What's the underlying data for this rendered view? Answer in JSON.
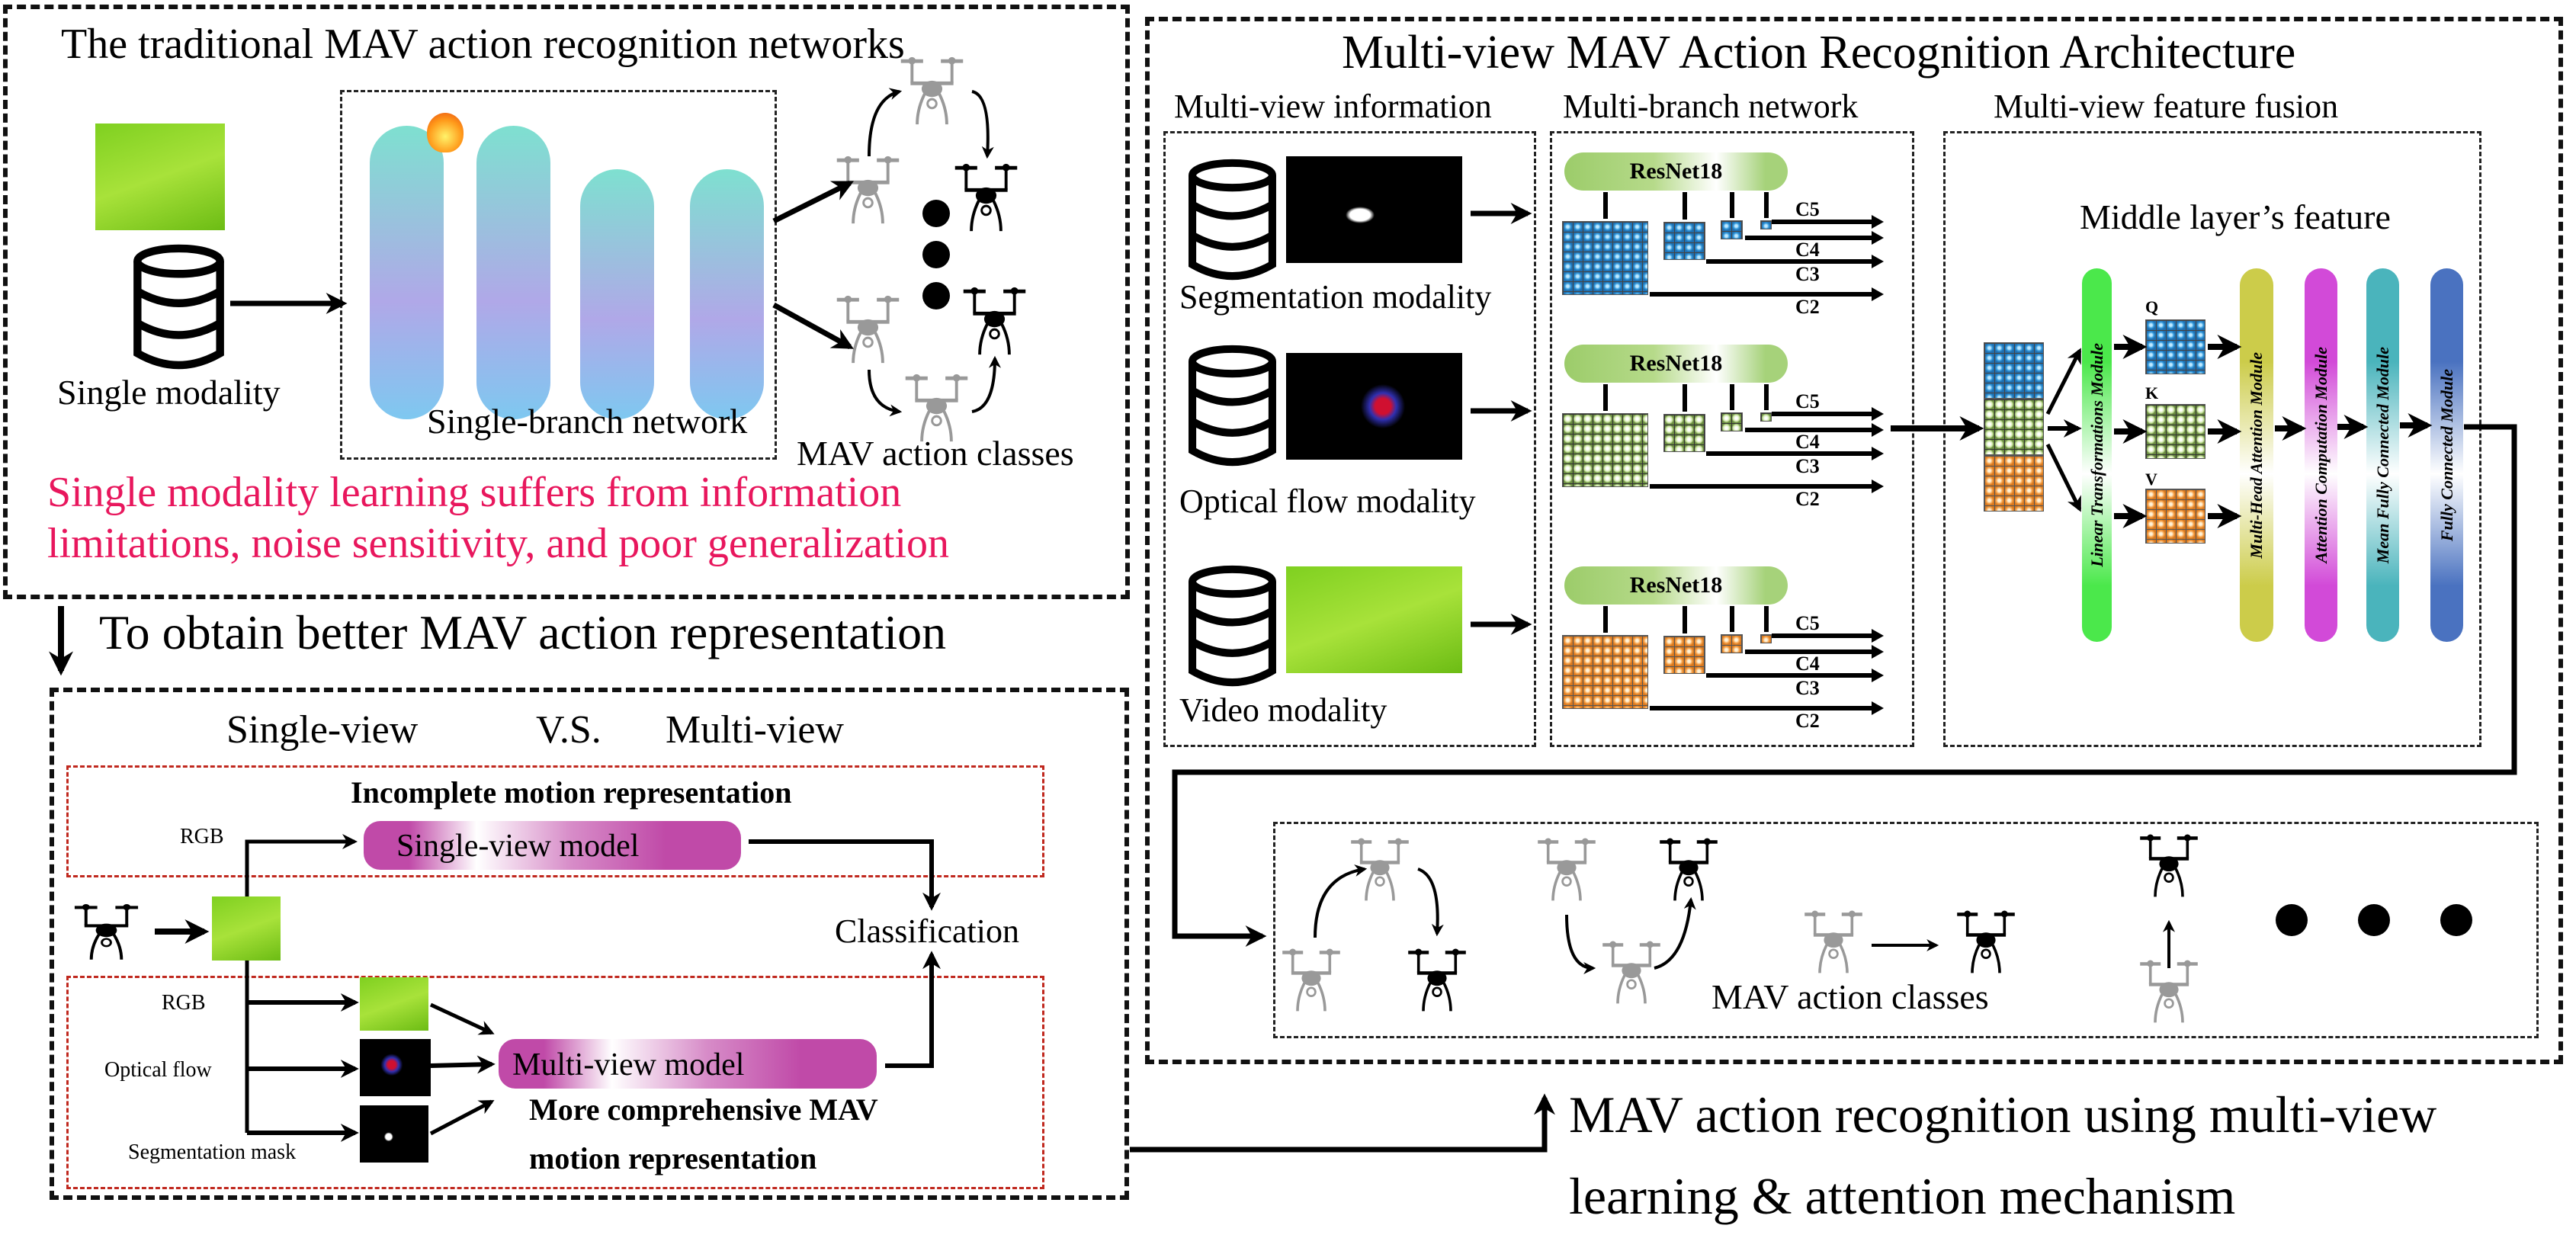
{
  "top_left": {
    "title": "The traditional MAV action recognition networks",
    "single_modality": "Single modality",
    "single_branch": "Single-branch network",
    "classes_label": "MAV action classes",
    "limitation_line1": "Single modality learning suffers from information",
    "limitation_line2": "limitations, noise sensitivity, and poor generalization",
    "limitation_color": "#e8175d"
  },
  "transition_text": "To obtain better MAV action representation",
  "bottom_left": {
    "title_single": "Single-view",
    "title_vs": "V.S.",
    "title_multi": "Multi-view",
    "incomplete": "Incomplete motion representation",
    "rgb_top": "RGB",
    "single_model": "Single-view model",
    "classification": "Classification",
    "rgb_bottom": "RGB",
    "optical_flow": "Optical flow",
    "segmentation_mask": "Segmentation mask",
    "multi_model": "Multi-view model",
    "comprehensive_line1": "More comprehensive MAV",
    "comprehensive_line2": "motion representation"
  },
  "right": {
    "title": "Multi-view MAV Action Recognition Architecture",
    "multi_view_info": "Multi-view information",
    "multi_branch": "Multi-branch network",
    "fusion": "Multi-view feature fusion",
    "modalities": [
      "Segmentation modality",
      "Optical flow modality",
      "Video modality"
    ],
    "backbone": "ResNet18",
    "levels": [
      "C5",
      "C4",
      "C3",
      "C2"
    ],
    "middle_feature": "Middle layer’s feature",
    "qkv": [
      "Q",
      "K",
      "V"
    ],
    "modules": [
      "Linear Transformations Module",
      "Multi-Head Attention Module",
      "Attention Computation Module",
      "Mean Fully Connected Module",
      "Fully Connected Module"
    ],
    "module_colors": [
      "#4be84b",
      "#cccc4a",
      "#d24ad8",
      "#4ab4bc",
      "#4a72c0"
    ],
    "classes_label": "MAV action classes"
  },
  "bottom_right": {
    "line1": "MAV action recognition  using multi-view",
    "line2": "learning & attention mechanism"
  }
}
